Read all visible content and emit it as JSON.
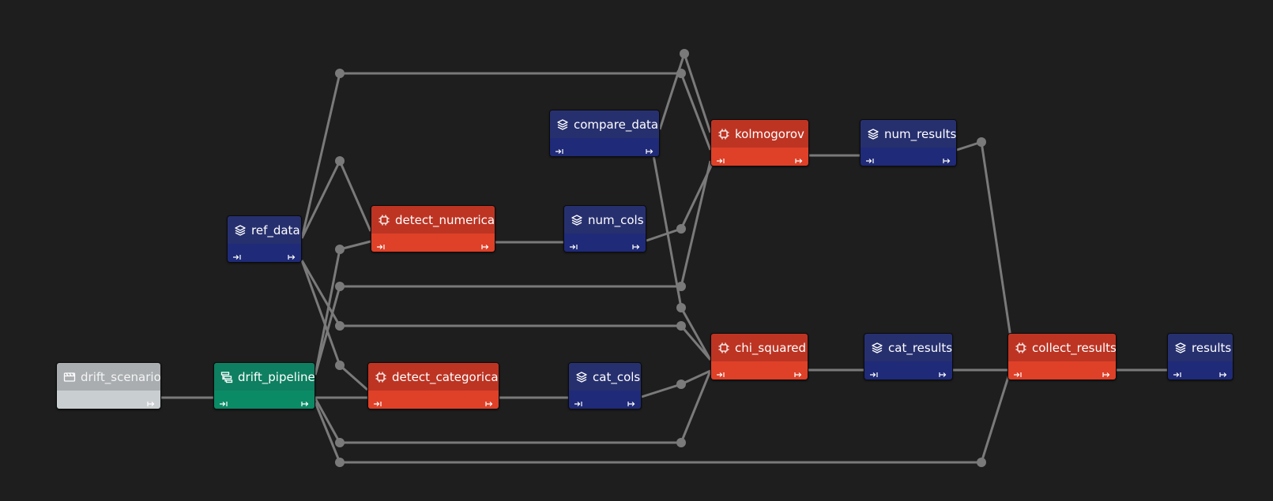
{
  "graph": {
    "background": "#1e1e1e",
    "edge_color": "#7a7a7a",
    "node_kinds": {
      "scenario": {
        "icon": "scenario-icon",
        "color": "#a9adb0"
      },
      "pipeline": {
        "icon": "pipeline-icon",
        "color": "#0e7f61"
      },
      "data": {
        "icon": "layers-icon",
        "color": "#27306e"
      },
      "task": {
        "icon": "chip-icon",
        "color": "#bd3423"
      }
    },
    "nodes": [
      {
        "id": "drift_scenario",
        "label": "drift_scenario",
        "kind": "scenario"
      },
      {
        "id": "drift_pipeline",
        "label": "drift_pipeline",
        "kind": "pipeline"
      },
      {
        "id": "ref_data",
        "label": "ref_data",
        "kind": "data"
      },
      {
        "id": "detect_numerical",
        "label": "detect_numerical",
        "kind": "task"
      },
      {
        "id": "detect_categorical",
        "label": "detect_categorical",
        "kind": "task"
      },
      {
        "id": "compare_data",
        "label": "compare_data",
        "kind": "data"
      },
      {
        "id": "num_cols",
        "label": "num_cols",
        "kind": "data"
      },
      {
        "id": "cat_cols",
        "label": "cat_cols",
        "kind": "data"
      },
      {
        "id": "kolmogorov",
        "label": "kolmogorov",
        "kind": "task"
      },
      {
        "id": "chi_squared",
        "label": "chi_squared",
        "kind": "task"
      },
      {
        "id": "num_results",
        "label": "num_results",
        "kind": "data"
      },
      {
        "id": "cat_results",
        "label": "cat_results",
        "kind": "data"
      },
      {
        "id": "collect_results",
        "label": "collect_results",
        "kind": "task"
      },
      {
        "id": "results",
        "label": "results",
        "kind": "data"
      }
    ],
    "edges": [
      [
        "drift_scenario",
        "drift_pipeline"
      ],
      [
        "drift_pipeline",
        "detect_numerical"
      ],
      [
        "drift_pipeline",
        "detect_categorical"
      ],
      [
        "drift_pipeline",
        "kolmogorov"
      ],
      [
        "drift_pipeline",
        "chi_squared"
      ],
      [
        "drift_pipeline",
        "collect_results"
      ],
      [
        "ref_data",
        "detect_numerical"
      ],
      [
        "ref_data",
        "detect_categorical"
      ],
      [
        "ref_data",
        "kolmogorov"
      ],
      [
        "ref_data",
        "chi_squared"
      ],
      [
        "compare_data",
        "kolmogorov"
      ],
      [
        "compare_data",
        "chi_squared"
      ],
      [
        "detect_numerical",
        "num_cols"
      ],
      [
        "detect_categorical",
        "cat_cols"
      ],
      [
        "num_cols",
        "kolmogorov"
      ],
      [
        "cat_cols",
        "chi_squared"
      ],
      [
        "kolmogorov",
        "num_results"
      ],
      [
        "chi_squared",
        "cat_results"
      ],
      [
        "num_results",
        "collect_results"
      ],
      [
        "cat_results",
        "collect_results"
      ],
      [
        "collect_results",
        "results"
      ]
    ]
  }
}
